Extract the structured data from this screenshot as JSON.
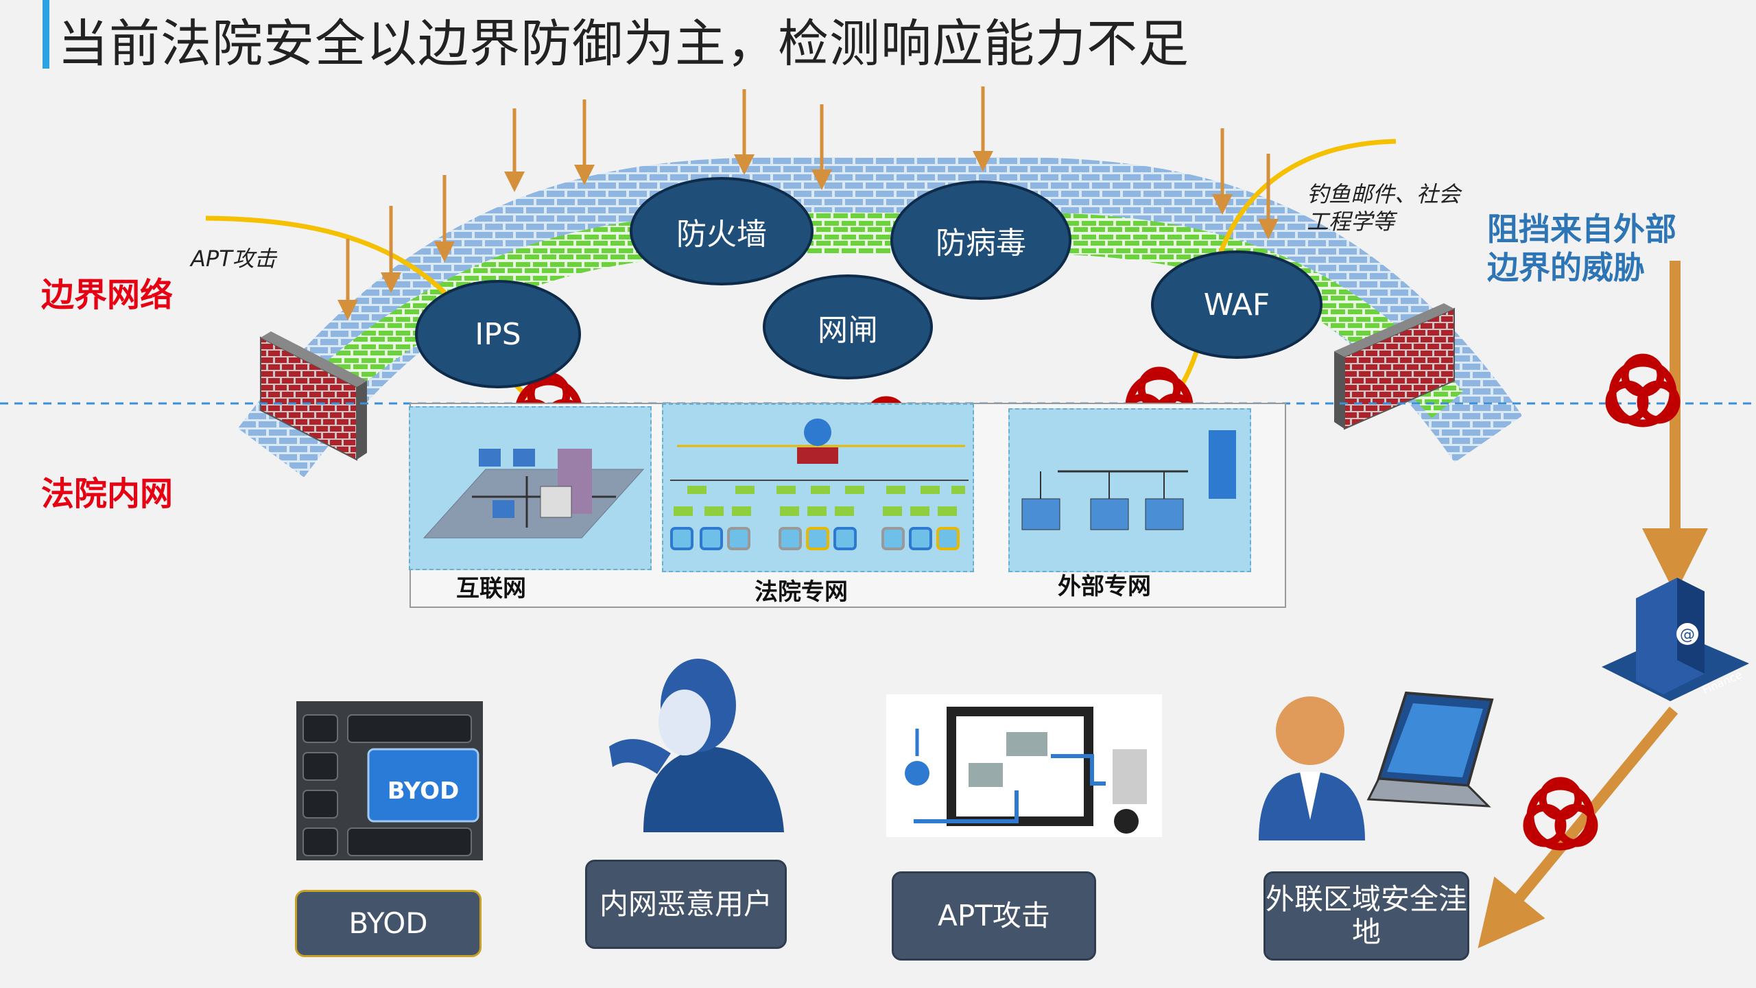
{
  "title": "当前法院安全以边界防御为主，检测响应能力不足",
  "zones": {
    "border": "边界网络",
    "intranet": "法院内网"
  },
  "devices": {
    "ips": "IPS",
    "firewall": "防火墙",
    "gateway": "网闸",
    "antivirus": "防病毒",
    "waf": "WAF"
  },
  "notes": {
    "apt": "APT攻击",
    "phishing_line1": "钓鱼邮件、社会",
    "phishing_line2": "工程学等",
    "block_line1": "阻挡来自外部",
    "block_line2": "边界的威胁"
  },
  "networks": {
    "internet": "互联网",
    "court": "法院专网",
    "external": "外部专网"
  },
  "threats": {
    "byod": "BYOD",
    "insider": "内网恶意用户",
    "apt": "APT攻击",
    "external_zone": "外联区域安全洼地"
  },
  "image_text": {
    "byod_key": "BYOD",
    "finance": "Finance"
  },
  "colors": {
    "attack_arrow": "#d4903a",
    "trajectory": "#f5c000",
    "device": "#1f4e79",
    "biohazard": "#c00000",
    "wall_red": "#b0222a"
  }
}
